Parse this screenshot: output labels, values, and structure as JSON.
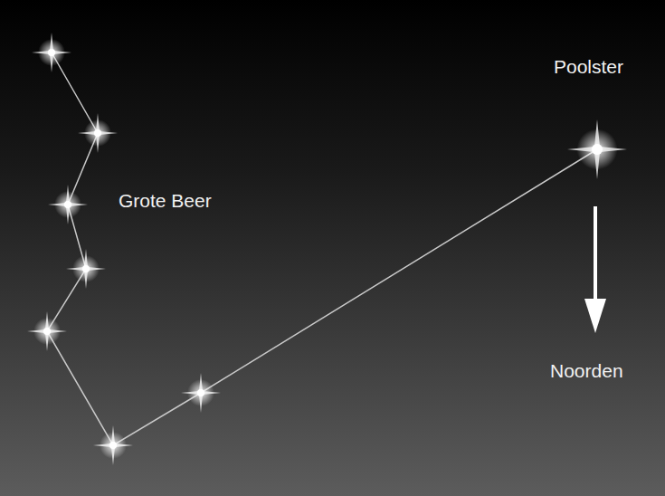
{
  "diagram": {
    "labels": [
      "Grote Beer",
      "Poolster",
      "Noorden"
    ]
  }
}
